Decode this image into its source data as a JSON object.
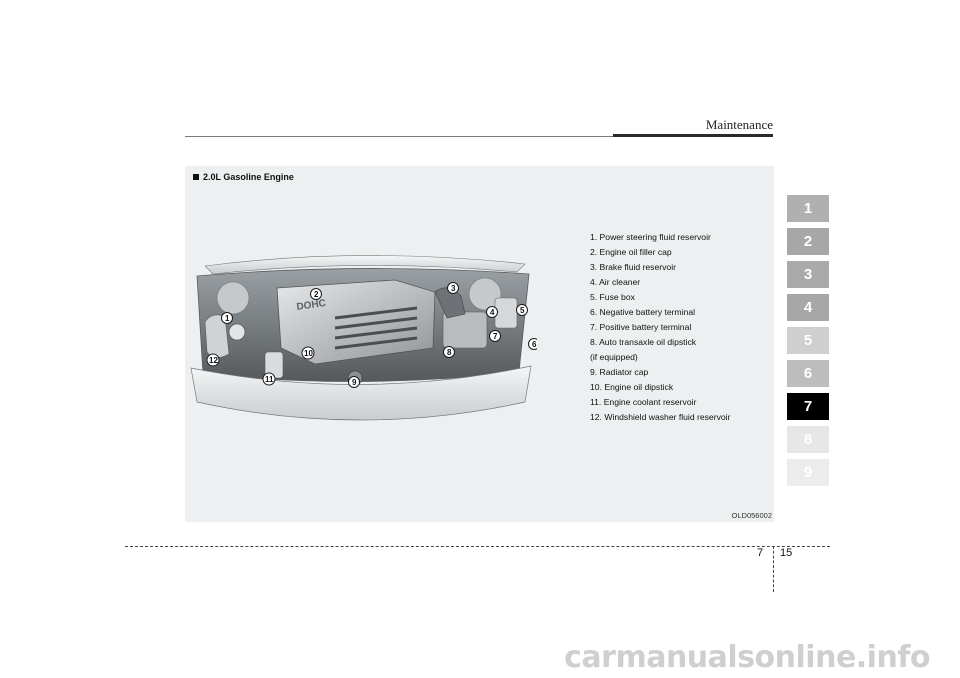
{
  "header": {
    "section_title": "Maintenance"
  },
  "figure": {
    "heading": "2.0L Gasoline Engine",
    "image_code": "OLD056002",
    "engine_cover_text": "DOHC",
    "legend": [
      "1. Power steering fluid reservoir",
      "2. Engine oil filler cap",
      "3. Brake fluid reservoir",
      "4. Air cleaner",
      "5. Fuse box",
      "6. Negative battery terminal",
      "7. Positive battery terminal",
      "8. Auto transaxle oil dipstick\n    (if equipped)",
      "9. Radiator cap",
      "10. Engine oil dipstick",
      "11. Engine coolant reservoir",
      "12. Windshield washer fluid reservoir"
    ],
    "callouts": [
      "1",
      "2",
      "3",
      "4",
      "5",
      "6",
      "7",
      "8",
      "9",
      "10",
      "11",
      "12"
    ]
  },
  "chapter_tabs": {
    "items": [
      "1",
      "2",
      "3",
      "4",
      "5",
      "6",
      "7",
      "8",
      "9"
    ],
    "active": "7",
    "colors": [
      "#b0b0b0",
      "#a7a7a7",
      "#aaaaaa",
      "#a7a7a7",
      "#cfcfcf",
      "#bdbdbd",
      "#000000",
      "#e7e7e7",
      "#ececec"
    ]
  },
  "footer": {
    "chapter": "7",
    "page": "15"
  },
  "watermark": "carmanualsonline.info"
}
